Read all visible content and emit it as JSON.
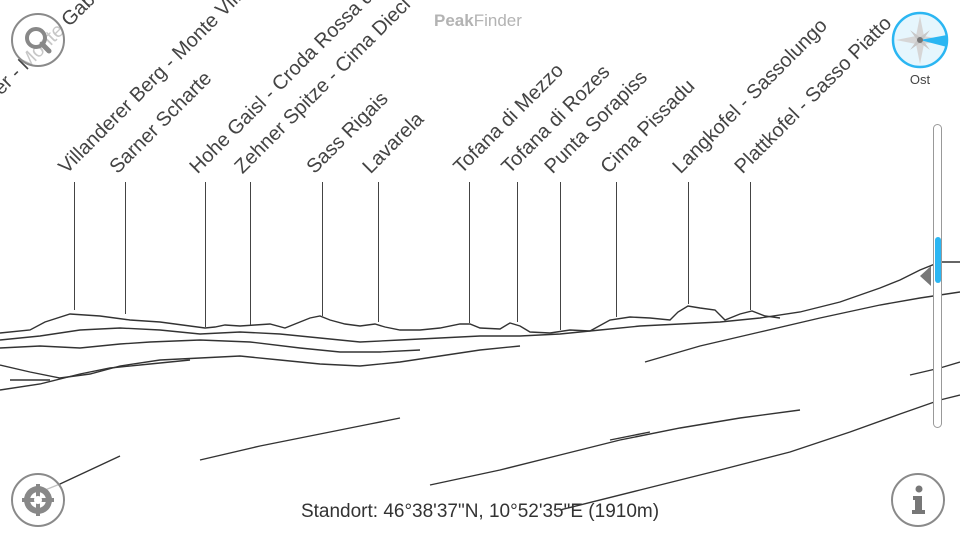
{
  "app": {
    "brand_bold": "Peak",
    "brand_rest": "Finder"
  },
  "compass": {
    "direction_label": "Ost",
    "accent_color": "#2bb6f2"
  },
  "peaks": [
    {
      "label": "Großer Gabler - Monte Gabler"
    },
    {
      "label": "Villanderer Berg - Monte Villandro"
    },
    {
      "label": "Sarner Scharte"
    },
    {
      "label": "Hohe Gaisl - Croda Rossa d'Ampezzo"
    },
    {
      "label": "Zehner Spitze - Cima Dieci"
    },
    {
      "label": "Sass Rigais"
    },
    {
      "label": "Lavarela"
    },
    {
      "label": "Tofana di Mezzo"
    },
    {
      "label": "Tofana di Rozes"
    },
    {
      "label": "Punta Sorapiss"
    },
    {
      "label": "Cima Pissadu"
    },
    {
      "label": "Langkofel - Sassolungo"
    },
    {
      "label": "Plattkofel - Sasso Piatto"
    }
  ],
  "location": {
    "text": "Standort: 46°38'37\"N, 10°52'35\"E (1910m)"
  },
  "zoom_slider": {
    "position_fraction": 0.4
  }
}
